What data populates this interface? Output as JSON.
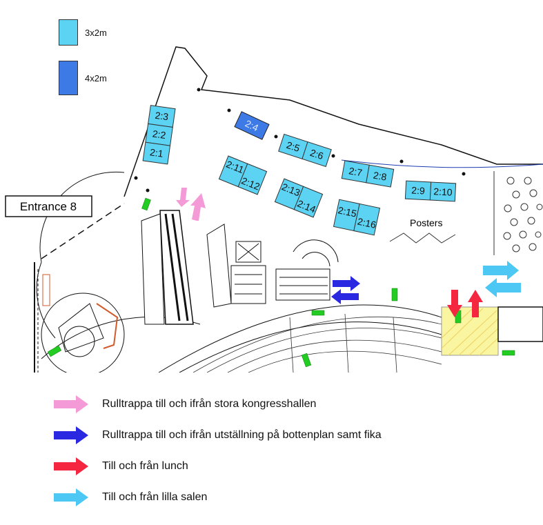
{
  "size_legend": [
    {
      "label": "3x2m",
      "color": "#5dd3f3"
    },
    {
      "label": "4x2m",
      "color": "#3d7ae6"
    }
  ],
  "entrance_label": "Entrance 8",
  "posters_label": "Posters",
  "booths": [
    "2:1",
    "2:2",
    "2:3",
    "2:4",
    "2:5",
    "2:6",
    "2:7",
    "2:8",
    "2:9",
    "2:10",
    "2:11",
    "2:12",
    "2:13",
    "2:14",
    "2:15",
    "2:16"
  ],
  "route_legend": [
    {
      "label": "Rulltrappa till och ifrån stora kongresshallen",
      "color": "#f49ad6"
    },
    {
      "label": "Rulltrappa till och ifrån utställning på bottenplan samt fika",
      "color": "#2a28e0"
    },
    {
      "label": "Till och från lunch",
      "color": "#f5263f"
    },
    {
      "label": "Till och från lilla salen",
      "color": "#4dc8f5"
    }
  ],
  "colors": {
    "booth_small": "#5dd3f3",
    "booth_large": "#3d7ae6",
    "exit_green": "#22cc22",
    "lunch_area": "#faf5a0"
  }
}
